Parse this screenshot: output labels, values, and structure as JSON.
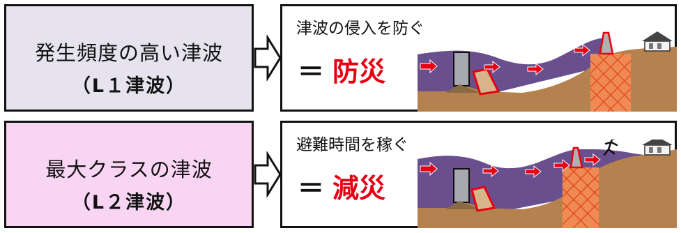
{
  "rows": [
    {
      "label_line1": "発生頻度の高い津波",
      "label_line2": "（L１津波）",
      "caption": "津波の侵入を防ぐ",
      "equals": "＝",
      "keyword": "防災"
    },
    {
      "label_line1": "最大クラスの津波",
      "label_line2": "（L２津波）",
      "caption": "避難時間を稼ぐ",
      "equals": "＝",
      "keyword": "減災"
    }
  ],
  "colors": {
    "row1_left_bg": "#e6e3ef",
    "row2_left_bg": "#f9d5f4",
    "keyword": "#e60012",
    "sea": "#6a4f8e",
    "soil": "#b5824f",
    "arrow": "#e60012"
  }
}
